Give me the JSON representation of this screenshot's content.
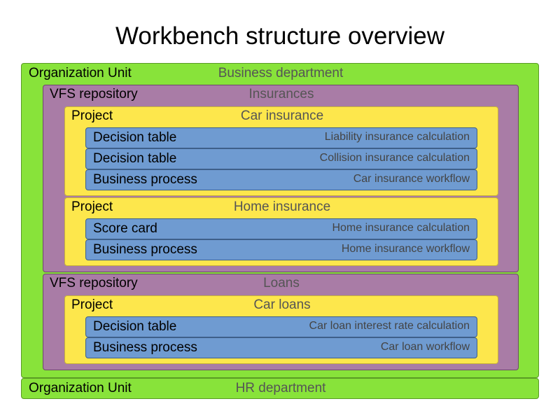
{
  "title": "Workbench structure overview",
  "org_units": [
    {
      "label": "Organization Unit",
      "name": "Business department",
      "repositories": [
        {
          "label": "VFS repository",
          "name": "Insurances",
          "projects": [
            {
              "label": "Project",
              "name": "Car insurance",
              "assets": [
                {
                  "type": "Decision table",
                  "desc": "Liability insurance calculation"
                },
                {
                  "type": "Decision table",
                  "desc": "Collision insurance calculation"
                },
                {
                  "type": "Business process",
                  "desc": "Car insurance workflow"
                }
              ]
            },
            {
              "label": "Project",
              "name": "Home insurance",
              "assets": [
                {
                  "type": "Score card",
                  "desc": "Home insurance calculation"
                },
                {
                  "type": "Business process",
                  "desc": "Home insurance workflow"
                }
              ]
            }
          ]
        },
        {
          "label": "VFS repository",
          "name": "Loans",
          "projects": [
            {
              "label": "Project",
              "name": "Car loans",
              "assets": [
                {
                  "type": "Decision table",
                  "desc": "Car loan interest rate calculation"
                },
                {
                  "type": "Business process",
                  "desc": "Car loan workflow"
                }
              ]
            }
          ]
        }
      ]
    },
    {
      "label": "Organization Unit",
      "name": "HR department",
      "repositories": []
    }
  ]
}
